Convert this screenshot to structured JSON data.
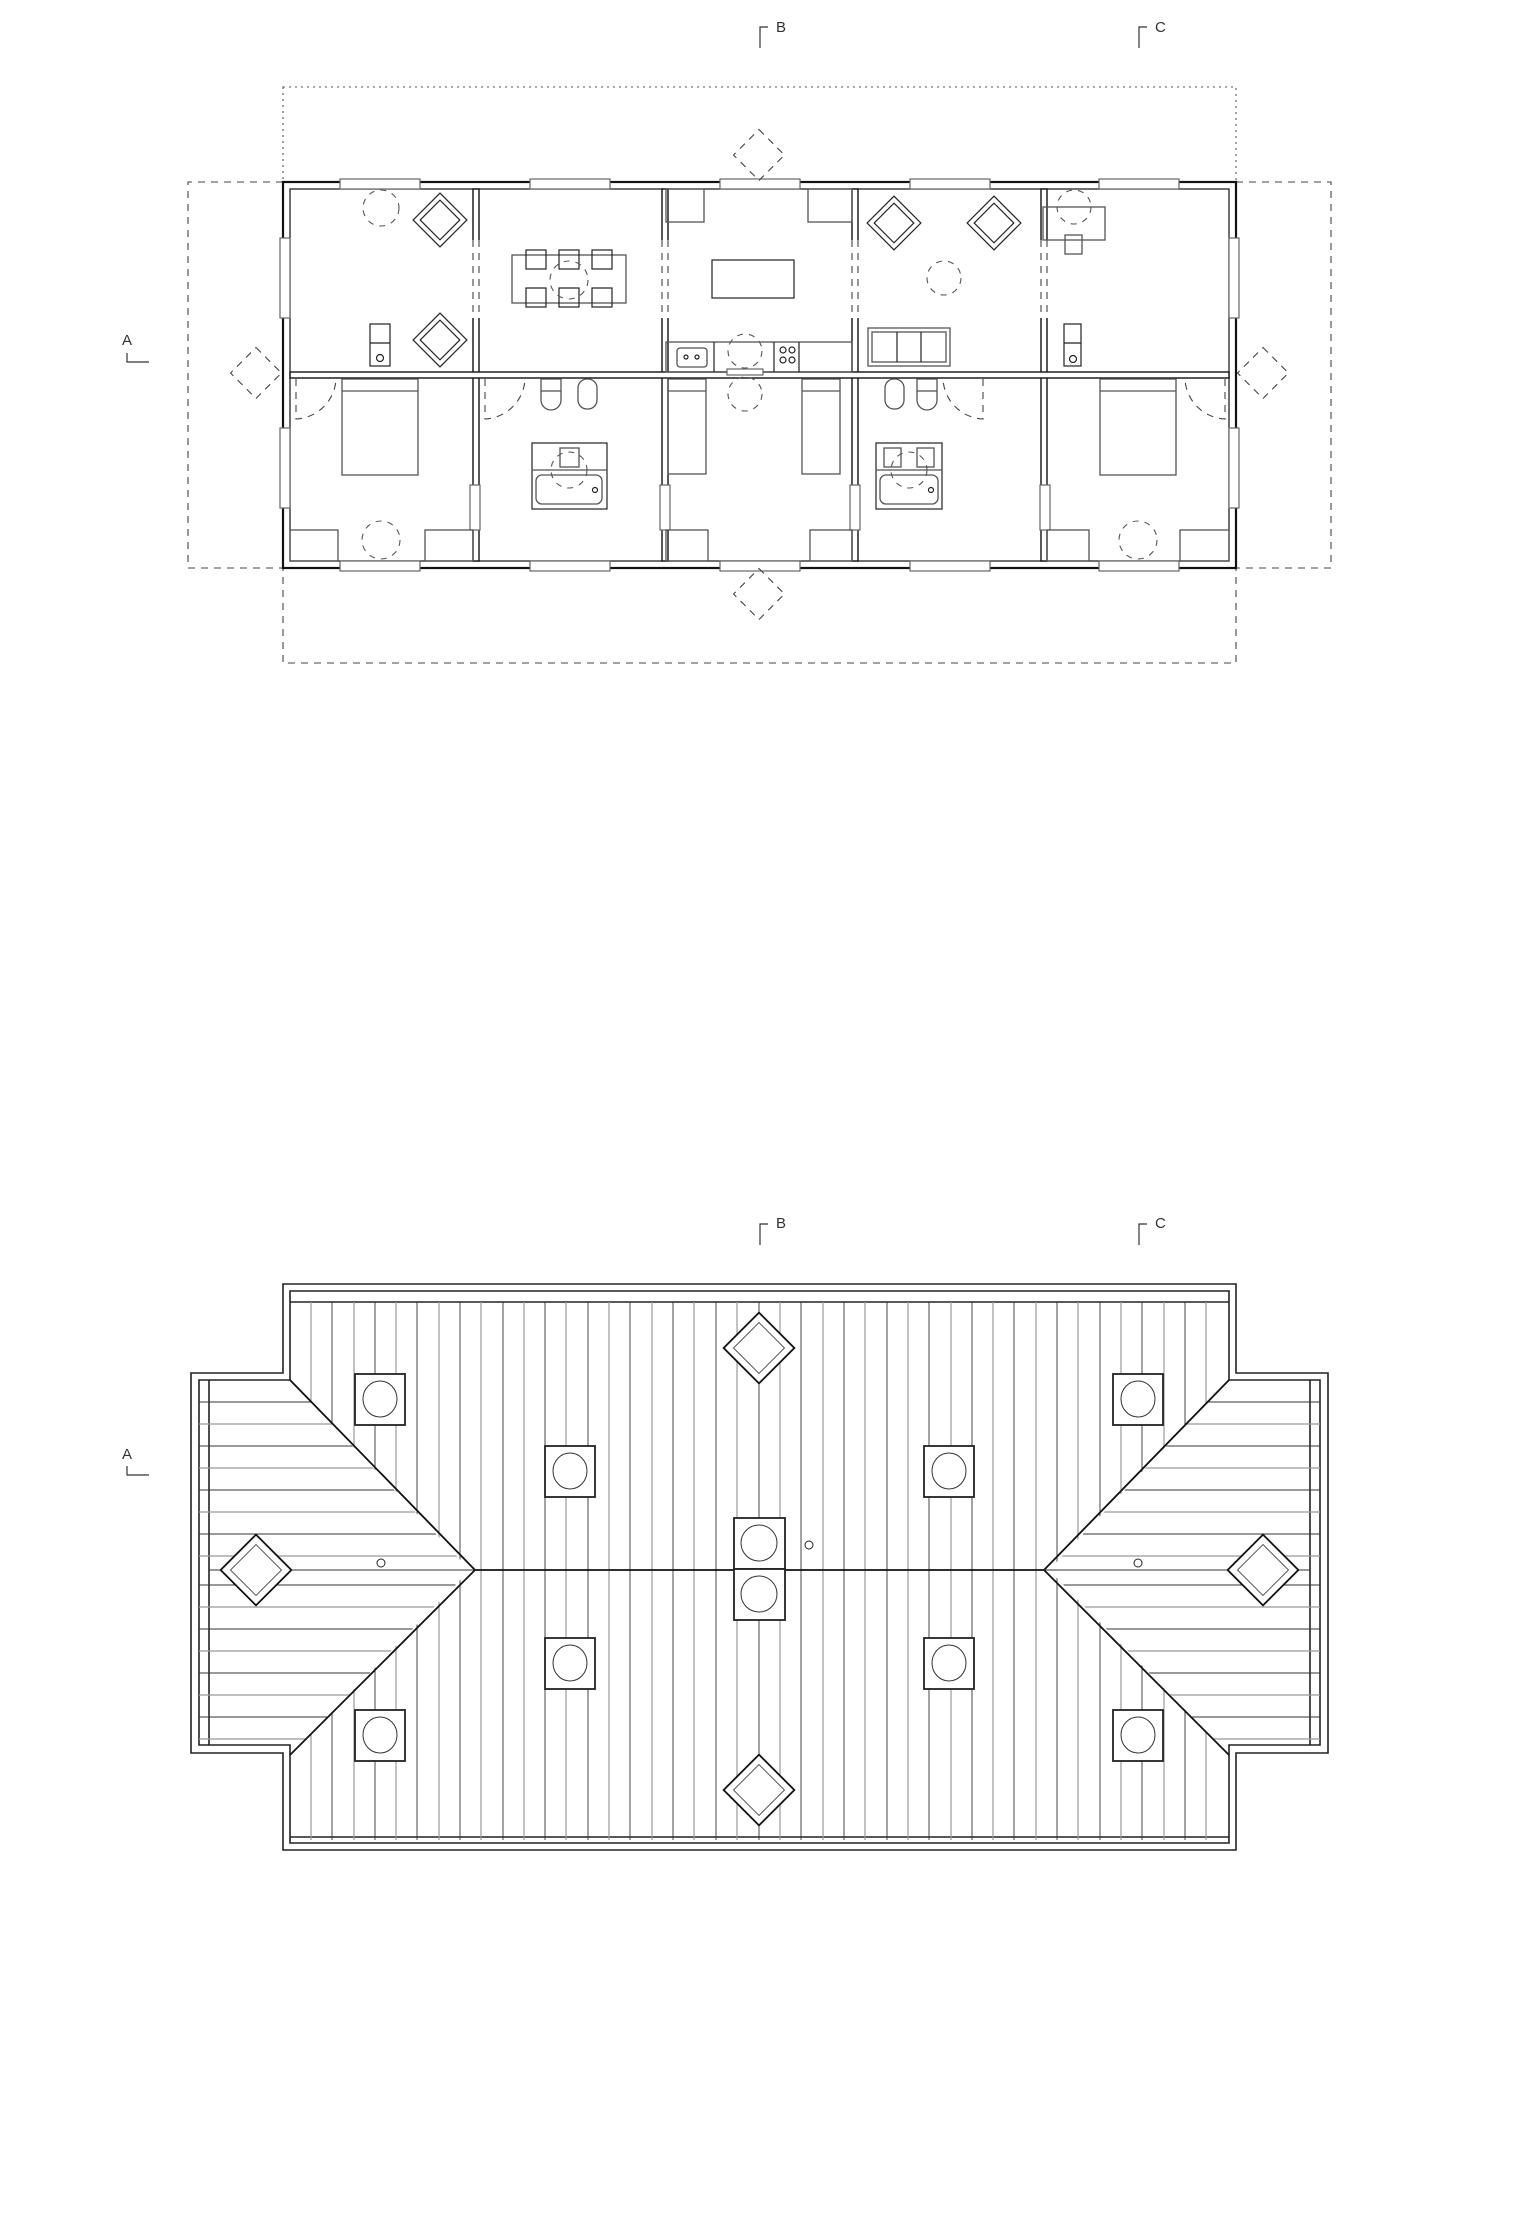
{
  "drawing": {
    "floor_plan": {
      "section_markers": [
        {
          "id": "A",
          "label": "A"
        },
        {
          "id": "B",
          "label": "B"
        },
        {
          "id": "C",
          "label": "C"
        }
      ],
      "rooms_top_row": [
        "living-room-left",
        "dining-room",
        "kitchen",
        "living-room-right",
        "study"
      ],
      "rooms_bottom_row": [
        "bedroom-left",
        "bathroom-left",
        "twin-bedroom",
        "bathroom-right",
        "bedroom-right"
      ]
    },
    "roof_plan": {
      "section_markers": [
        {
          "id": "A",
          "label": "A"
        },
        {
          "id": "B",
          "label": "B"
        },
        {
          "id": "C",
          "label": "C"
        }
      ],
      "skylights": 4,
      "chimneys": 10
    }
  },
  "colors": {
    "line": "#111111",
    "line_grey": "#999999",
    "background": "#ffffff"
  }
}
